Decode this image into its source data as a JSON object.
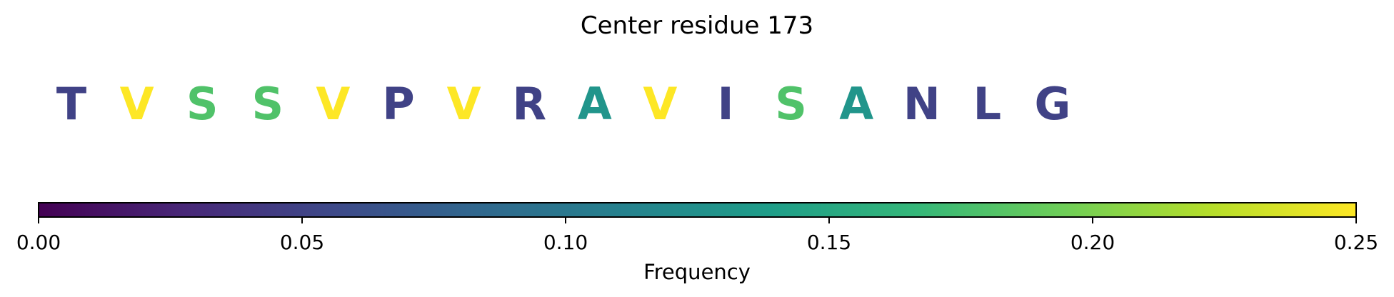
{
  "chart_data": {
    "type": "table",
    "title": "Center residue 173",
    "residues": [
      "T",
      "V",
      "S",
      "S",
      "V",
      "P",
      "V",
      "R",
      "A",
      "V",
      "I",
      "S",
      "A",
      "N",
      "L",
      "G"
    ],
    "values": [
      0.05,
      0.25,
      0.18,
      0.18,
      0.25,
      0.05,
      0.25,
      0.05,
      0.13,
      0.25,
      0.05,
      0.18,
      0.13,
      0.05,
      0.05,
      0.05
    ],
    "colorbar": {
      "label": "Frequency",
      "range": [
        0.0,
        0.25
      ],
      "ticks": [
        0.0,
        0.05,
        0.1,
        0.15,
        0.2,
        0.25
      ],
      "tick_labels": [
        "0.00",
        "0.05",
        "0.10",
        "0.15",
        "0.20",
        "0.25"
      ],
      "colormap": "viridis",
      "colormap_stops": [
        "#440154",
        "#482878",
        "#3e4989",
        "#31688e",
        "#26828e",
        "#1f9e89",
        "#35b779",
        "#6ece58",
        "#b5de2b",
        "#fde725"
      ]
    }
  }
}
